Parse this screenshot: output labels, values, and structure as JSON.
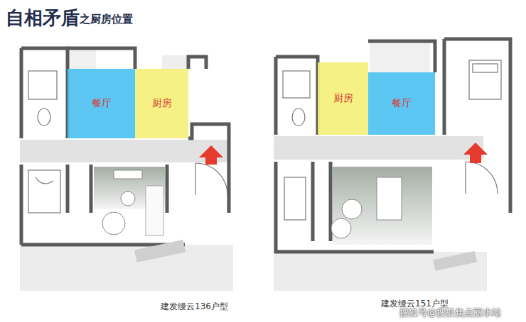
{
  "diagram": {
    "title": "自相矛盾",
    "nodes": [
      {
        "text": [
          "餐厅"
        ]
      },
      {
        "text": [
          "厨房"
        ]
      },
      {
        "text": [
          "厨房"
        ]
      },
      {
        "text": [
          "餐厅"
        ]
      }
    ],
    "labels": [
      "之厨房位置",
      "建发缦云136户型",
      "建发缦云151户型",
      "搜狐号@搜狐焦点丽水站"
    ]
  }
}
